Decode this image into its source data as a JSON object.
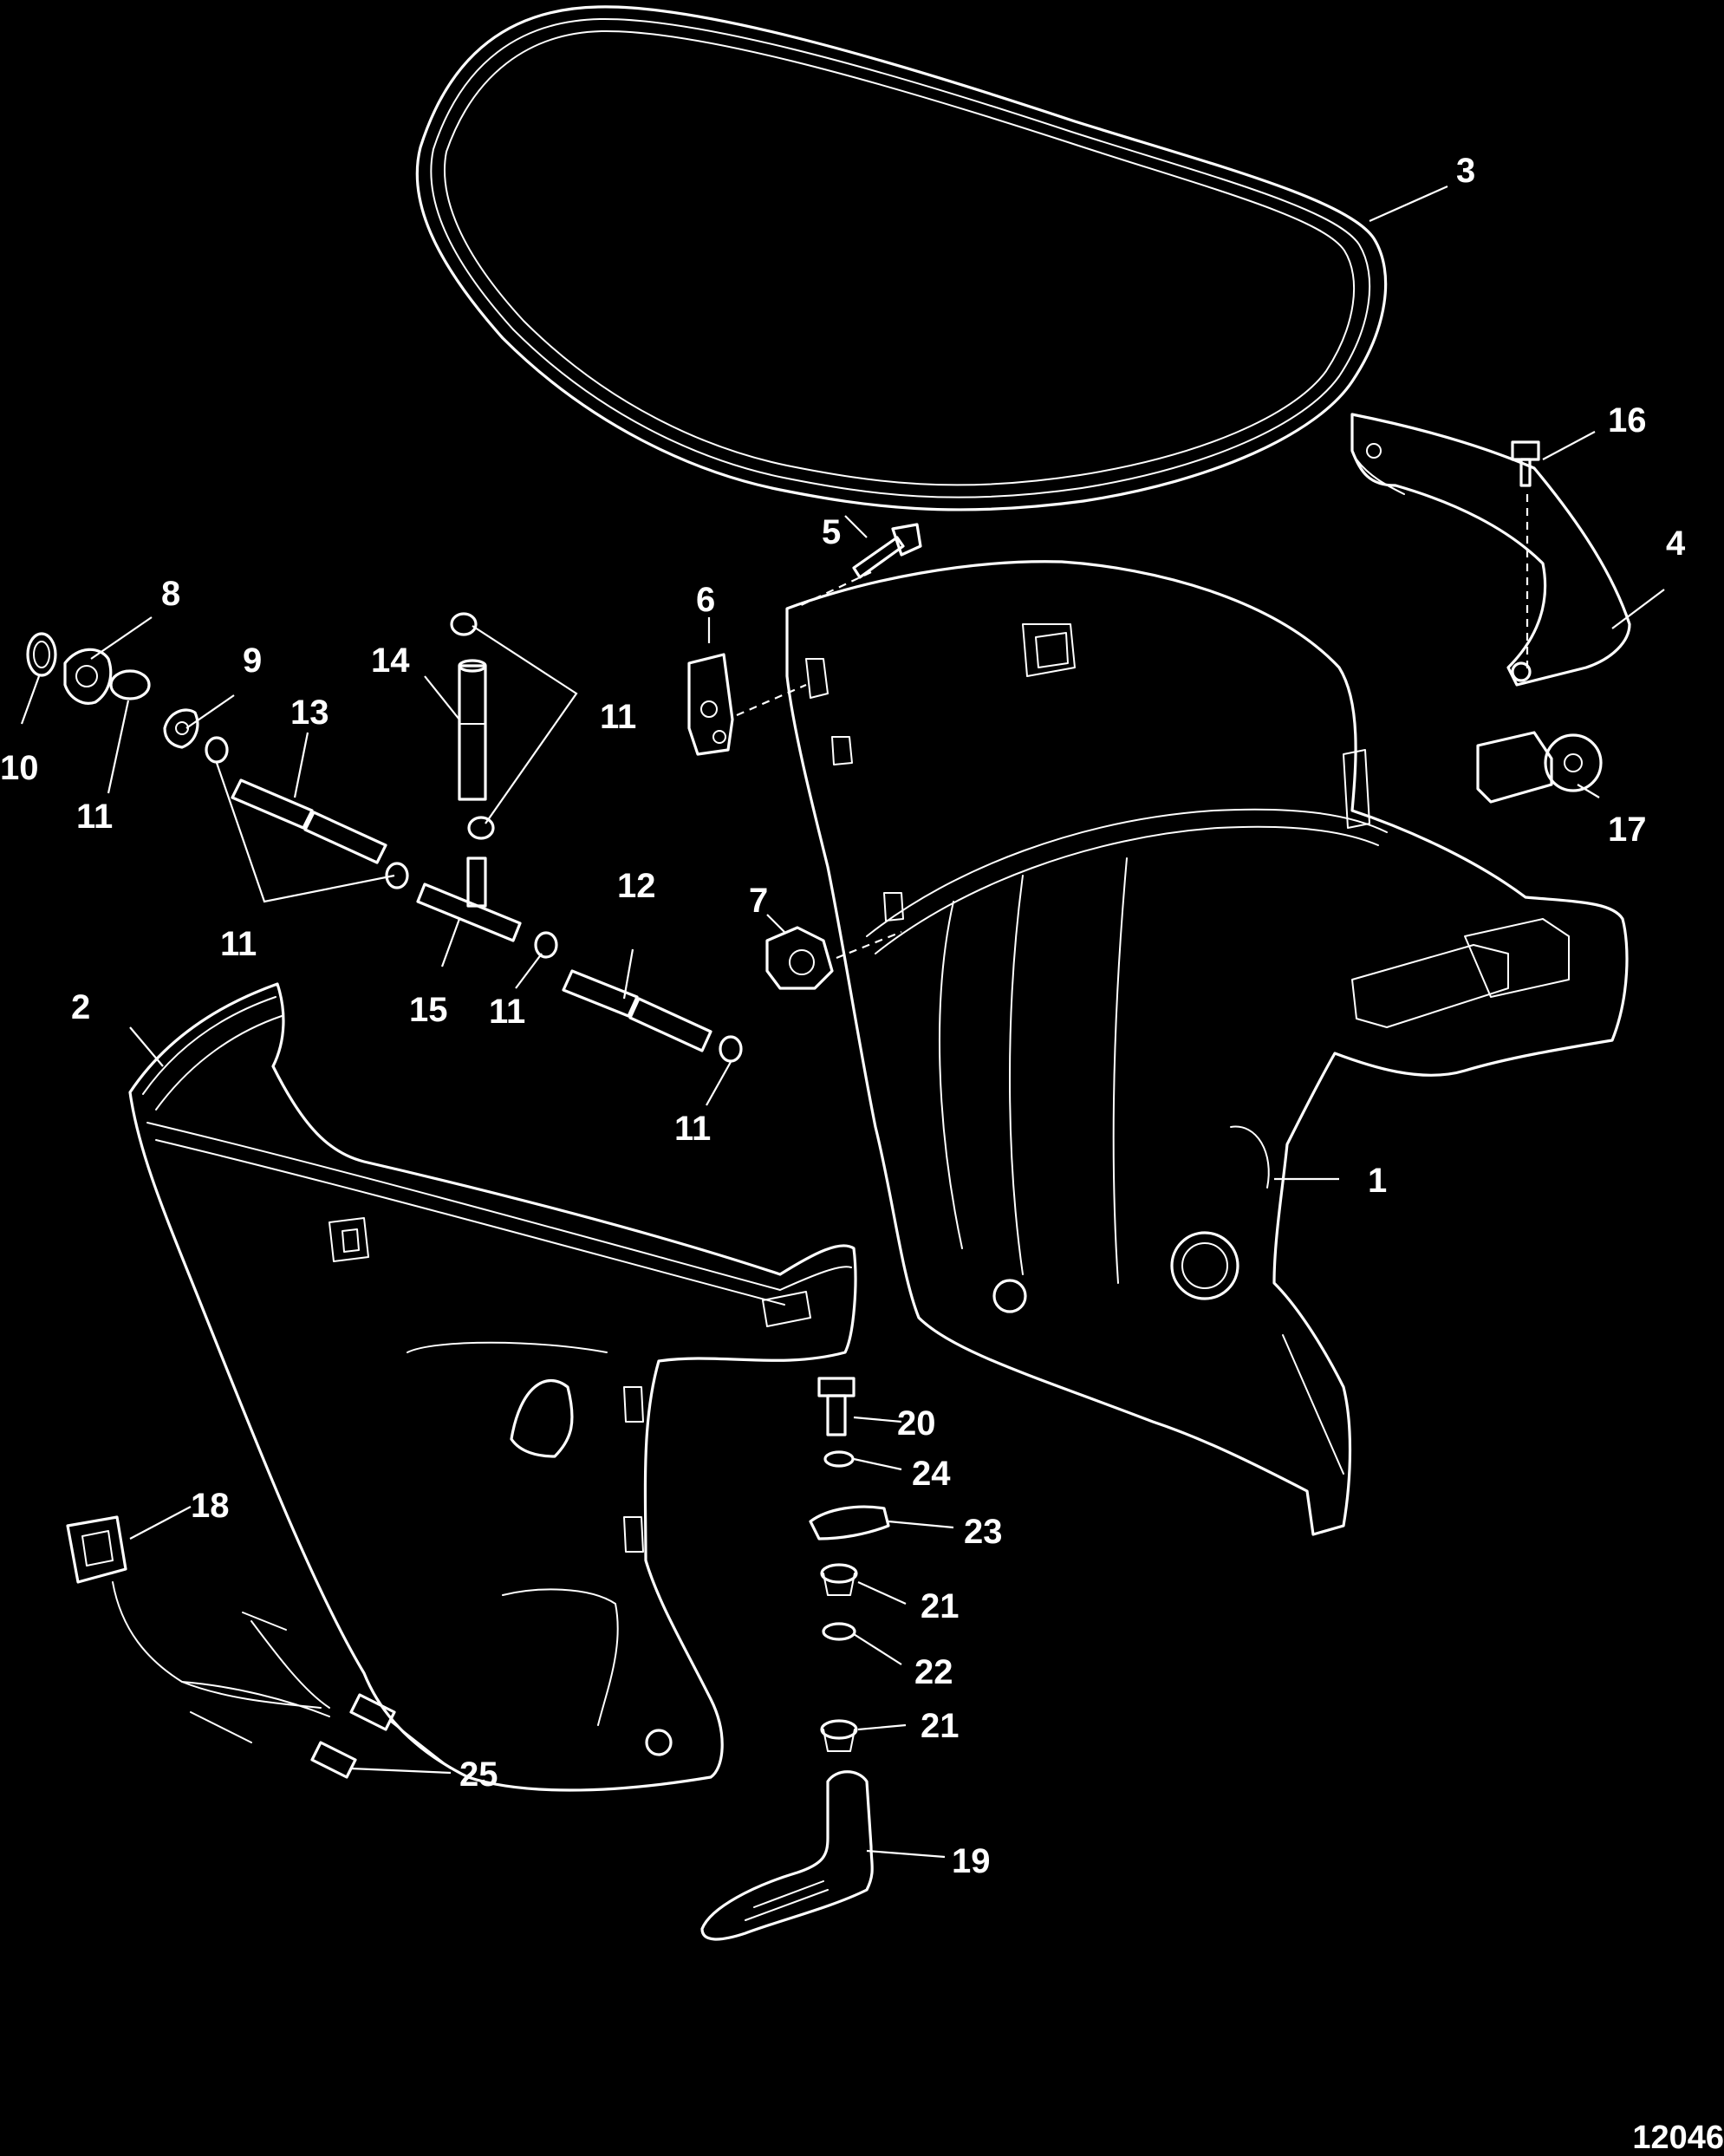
{
  "figure_id": "12046",
  "callouts": {
    "c1": "1",
    "c2": "2",
    "c3": "3",
    "c4": "4",
    "c5": "5",
    "c6": "6",
    "c7": "7",
    "c8": "8",
    "c9": "9",
    "c10": "10",
    "c11a": "11",
    "c11b": "11",
    "c11c": "11",
    "c11d": "11",
    "c11e": "11",
    "c12": "12",
    "c13": "13",
    "c14": "14",
    "c15": "15",
    "c16": "16",
    "c17": "17",
    "c18": "18",
    "c19": "19",
    "c20": "20",
    "c21a": "21",
    "c21b": "21",
    "c22": "22",
    "c23": "23",
    "c24": "24",
    "c25": "25"
  }
}
